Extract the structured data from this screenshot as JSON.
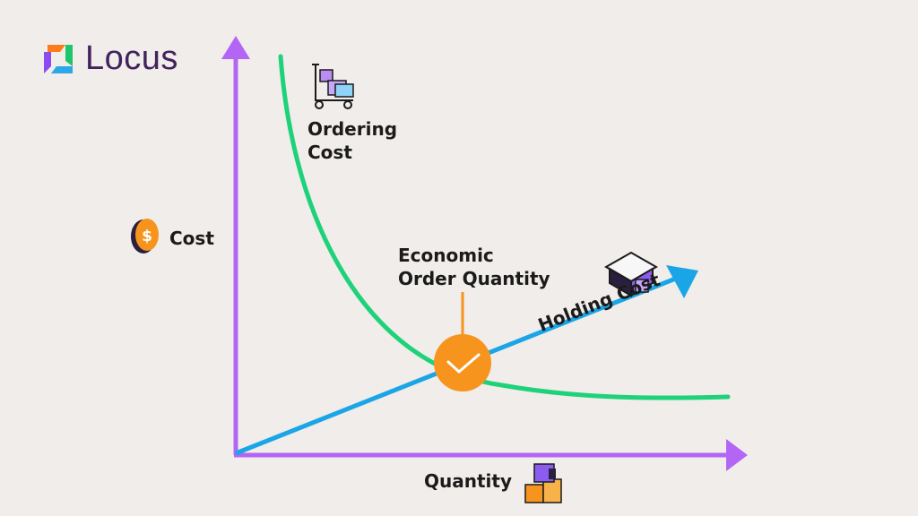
{
  "brand": {
    "name": "Locus"
  },
  "labels": {
    "ordering_cost_line1": "Ordering",
    "ordering_cost_line2": "Cost",
    "cost": "Cost",
    "eoq_line1": "Economic",
    "eoq_line2": "Order Quantity",
    "holding_cost": "Holding Cost",
    "quantity": "Quantity"
  },
  "icons": {
    "logo": "locus-logo-icon",
    "ordering_cost": "trolley-boxes-icon",
    "cost": "dollar-coin-icon",
    "eoq_marker": "checkmark-icon",
    "holding_cost": "warehouse-icon",
    "quantity": "stacked-boxes-icon"
  },
  "colors": {
    "background": "#f1edea",
    "axis": "#b366f4",
    "ordering_cost_curve": "#1ed27a",
    "holding_cost_line": "#1aa6e6",
    "eoq_marker": "#f7941d",
    "brand_text": "#43235f"
  }
}
